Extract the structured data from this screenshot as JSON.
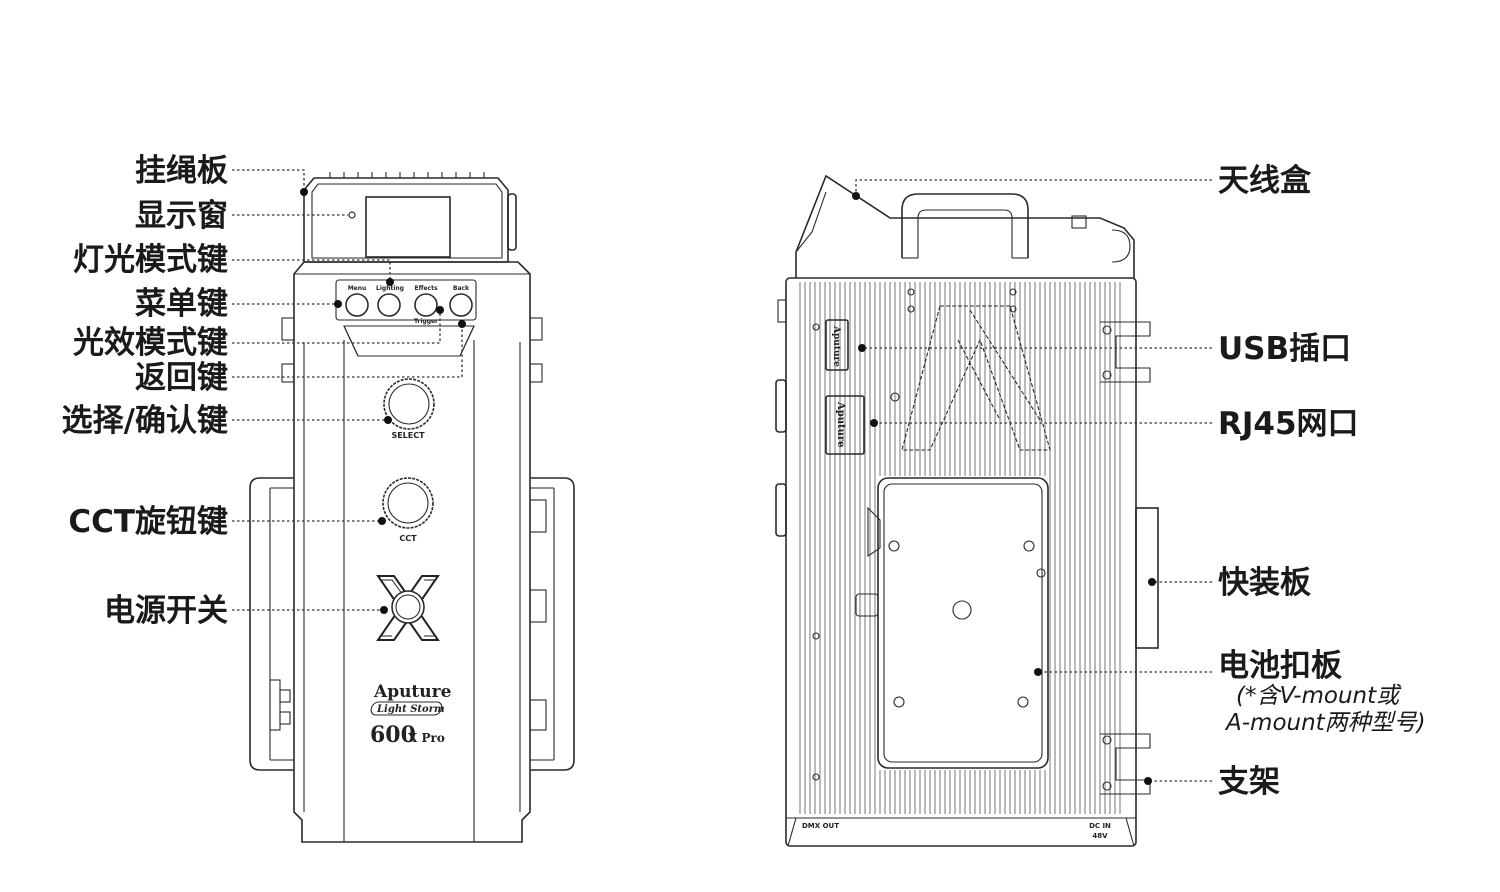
{
  "left_labels": {
    "lanyard_plate": "挂绳板",
    "display_window": "显示窗",
    "lighting_mode_key": "灯光模式键",
    "menu_key": "菜单键",
    "effects_mode_key": "光效模式键",
    "back_key": "返回键",
    "select_confirm_key": "选择/确认键",
    "cct_knob_key": "CCT旋钮键",
    "power_switch": "电源开关"
  },
  "right_labels": {
    "antenna_box": "天线盒",
    "usb_port": "USB插口",
    "rj45_port": "RJ45网口",
    "quick_release_plate": "快装板",
    "battery_plate": "电池扣板",
    "battery_note_line1": "(*含V-mount或",
    "battery_note_line2": "A-mount两种型号)",
    "bracket": "支架"
  },
  "device_front": {
    "buttons": [
      "Menu",
      "Lighting",
      "Effects",
      "Back"
    ],
    "trigger_label": "Trigger",
    "select_label": "SELECT",
    "cct_label": "CCT",
    "brand": "Aputure",
    "series": "Light Storm",
    "model_number": "600",
    "model_suffix": "X Pro"
  },
  "device_back": {
    "brand": "Aputure",
    "dmx_label": "DMX OUT",
    "dc_label_line1": "DC IN",
    "dc_label_line2": "48V"
  }
}
